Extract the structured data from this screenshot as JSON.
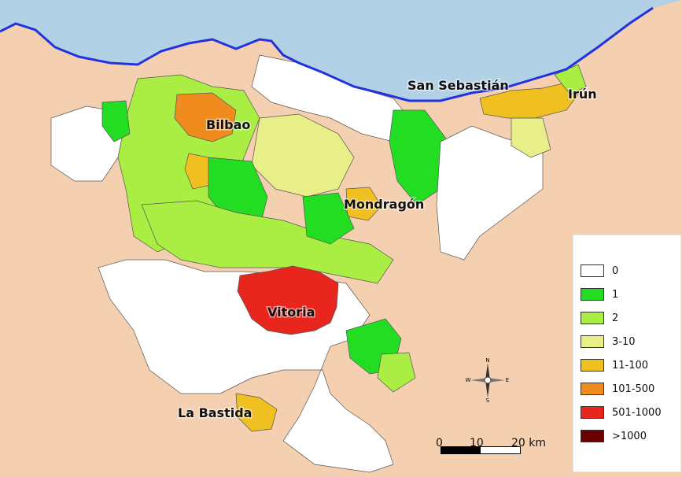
{
  "colors": {
    "sea": "#b3d1e6",
    "land": "#f5d0b0",
    "coastline": "#2233dd",
    "border": "#555555"
  },
  "cities": [
    {
      "name": "Bilbao",
      "category": "101-500"
    },
    {
      "name": "San Sebastián",
      "category": "0"
    },
    {
      "name": "Irún",
      "category": "11-100"
    },
    {
      "name": "Mondragón",
      "category": "11-100"
    },
    {
      "name": "Vitoria",
      "category": "501-1000"
    },
    {
      "name": "La Bastida",
      "category": "11-100"
    }
  ],
  "legend": {
    "items": [
      {
        "label": "0",
        "color": "#ffffff"
      },
      {
        "label": "1",
        "color": "#22dd22"
      },
      {
        "label": "2",
        "color": "#aaee44"
      },
      {
        "label": "3-10",
        "color": "#e8ee88"
      },
      {
        "label": "11-100",
        "color": "#f0c020"
      },
      {
        "label": "101-500",
        "color": "#f08c1e"
      },
      {
        "label": "501-1000",
        "color": "#e8261e"
      },
      {
        "label": ">1000",
        "color": "#6b0000"
      }
    ]
  },
  "scale_bar": {
    "labels": [
      "0",
      "10",
      "20 km"
    ]
  },
  "compass": {
    "n": "N",
    "s": "S",
    "e": "E",
    "w": "W"
  }
}
